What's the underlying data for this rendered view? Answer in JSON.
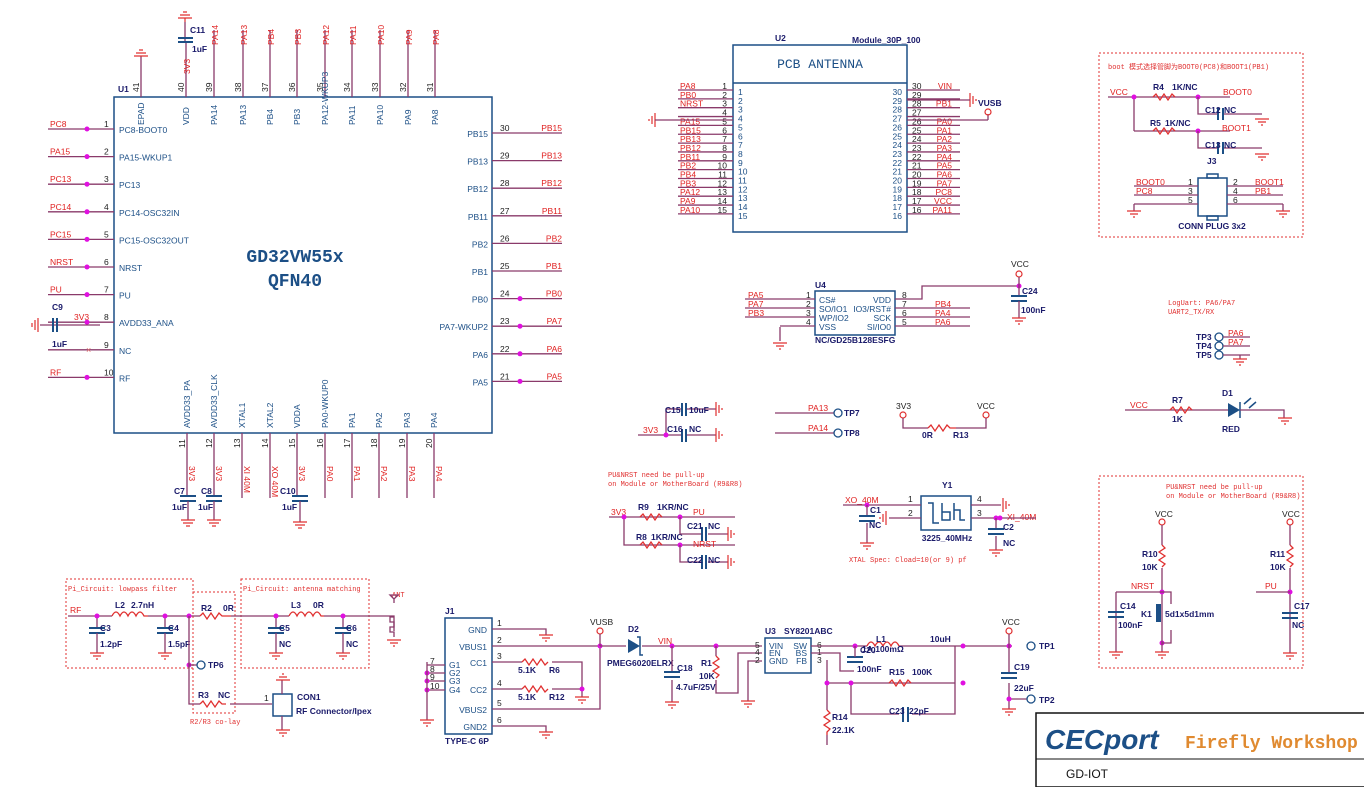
{
  "u1": {
    "ref": "U1",
    "part_line1": "GD32VW55x",
    "part_line2": "QFN40",
    "left_pins": [
      {
        "num": "1",
        "name": "PC8-BOOT0",
        "net": "PC8"
      },
      {
        "num": "2",
        "name": "PA15-WKUP1",
        "net": "PA15"
      },
      {
        "num": "3",
        "name": "PC13",
        "net": "PC13"
      },
      {
        "num": "4",
        "name": "PC14-OSC32IN",
        "net": "PC14"
      },
      {
        "num": "5",
        "name": "PC15-OSC32OUT",
        "net": "PC15"
      },
      {
        "num": "6",
        "name": "NRST",
        "net": "NRST"
      },
      {
        "num": "7",
        "name": "PU",
        "net": "PU"
      },
      {
        "num": "8",
        "name": "AVDD33_ANA",
        "net": "3V3"
      },
      {
        "num": "9",
        "name": "NC",
        "net": ""
      },
      {
        "num": "10",
        "name": "RF",
        "net": "RF"
      }
    ],
    "right_pins": [
      {
        "num": "30",
        "name": "PB15",
        "net": "PB15"
      },
      {
        "num": "29",
        "name": "PB13",
        "net": "PB13"
      },
      {
        "num": "28",
        "name": "PB12",
        "net": "PB12"
      },
      {
        "num": "27",
        "name": "PB11",
        "net": "PB11"
      },
      {
        "num": "26",
        "name": "PB2",
        "net": "PB2"
      },
      {
        "num": "25",
        "name": "PB1",
        "net": "PB1"
      },
      {
        "num": "24",
        "name": "PB0",
        "net": "PB0"
      },
      {
        "num": "23",
        "name": "PA7-WKUP2",
        "net": "PA7"
      },
      {
        "num": "22",
        "name": "PA6",
        "net": "PA6"
      },
      {
        "num": "21",
        "name": "PA5",
        "net": "PA5"
      }
    ],
    "top_pins": [
      {
        "num": "41",
        "name": "EPAD",
        "net": ""
      },
      {
        "num": "40",
        "name": "VDD",
        "net": "3V3"
      },
      {
        "num": "39",
        "name": "PA14",
        "net": "PA14"
      },
      {
        "num": "38",
        "name": "PA13",
        "net": "PA13"
      },
      {
        "num": "37",
        "name": "PB4",
        "net": "PB4"
      },
      {
        "num": "36",
        "name": "PB3",
        "net": "PB3"
      },
      {
        "num": "35",
        "name": "PA12-WKUP3",
        "net": "PA12"
      },
      {
        "num": "34",
        "name": "PA11",
        "net": "PA11"
      },
      {
        "num": "33",
        "name": "PA10",
        "net": "PA10"
      },
      {
        "num": "32",
        "name": "PA9",
        "net": "PA9"
      },
      {
        "num": "31",
        "name": "PA8",
        "net": "PA8"
      }
    ],
    "bottom_pins": [
      {
        "num": "11",
        "name": "AVDD33_PA",
        "net": "3V3"
      },
      {
        "num": "12",
        "name": "AVDD33_CLK",
        "net": "3V3"
      },
      {
        "num": "13",
        "name": "XTAL1",
        "net": "XI_40M"
      },
      {
        "num": "14",
        "name": "XTAL2",
        "net": "XO_40M"
      },
      {
        "num": "15",
        "name": "VDDA",
        "net": "3V3"
      },
      {
        "num": "16",
        "name": "PA0-WKUP0",
        "net": "PA0"
      },
      {
        "num": "17",
        "name": "PA1",
        "net": "PA1"
      },
      {
        "num": "18",
        "name": "PA2",
        "net": "PA2"
      },
      {
        "num": "19",
        "name": "PA3",
        "net": "PA3"
      },
      {
        "num": "20",
        "name": "PA4",
        "net": "PA4"
      }
    ],
    "caps": {
      "c11": {
        "ref": "C11",
        "value": "1uF"
      },
      "c9": {
        "ref": "C9",
        "value": "1uF"
      },
      "c7": {
        "ref": "C7",
        "value": "1uF"
      },
      "c8": {
        "ref": "C8",
        "value": "1uF"
      },
      "c10": {
        "ref": "C10",
        "value": "1uF"
      }
    }
  },
  "u2": {
    "ref": "U2",
    "footprint": "Module_30P_100",
    "title": "PCB ANTENNA",
    "left_pins": [
      {
        "num": "1",
        "net": "PA8"
      },
      {
        "num": "2",
        "net": "PB0"
      },
      {
        "num": "3",
        "net": "NRST"
      },
      {
        "num": "4",
        "net": ""
      },
      {
        "num": "5",
        "net": "PA15"
      },
      {
        "num": "6",
        "net": "PB15"
      },
      {
        "num": "7",
        "net": "PB13"
      },
      {
        "num": "8",
        "net": "PB12"
      },
      {
        "num": "9",
        "net": "PB11"
      },
      {
        "num": "10",
        "net": "PB2"
      },
      {
        "num": "11",
        "net": "PB4"
      },
      {
        "num": "12",
        "net": "PB3"
      },
      {
        "num": "13",
        "net": "PA12"
      },
      {
        "num": "14",
        "net": "PA9"
      },
      {
        "num": "15",
        "net": "PA10"
      }
    ],
    "right_pins": [
      {
        "num": "30",
        "net": "VIN"
      },
      {
        "num": "29",
        "net": ""
      },
      {
        "num": "28",
        "net": "PB1"
      },
      {
        "num": "27",
        "net": ""
      },
      {
        "num": "26",
        "net": "PA0"
      },
      {
        "num": "25",
        "net": "PA1"
      },
      {
        "num": "24",
        "net": "PA2"
      },
      {
        "num": "23",
        "net": "PA3"
      },
      {
        "num": "22",
        "net": "PA4"
      },
      {
        "num": "21",
        "net": "PA5"
      },
      {
        "num": "20",
        "net": "PA6"
      },
      {
        "num": "19",
        "net": "PA7"
      },
      {
        "num": "18",
        "net": "PC8"
      },
      {
        "num": "17",
        "net": "VCC"
      },
      {
        "num": "16",
        "net": "PA11"
      }
    ],
    "vusb_label": "VUSB"
  },
  "boot": {
    "note": "boot 模式选择管脚为BOOT0(PC8)和BOOT1(PB1)",
    "vcc": "VCC",
    "r4": {
      "ref": "R4",
      "value": "1K/NC"
    },
    "r5": {
      "ref": "R5",
      "value": "1K/NC"
    },
    "c12": {
      "ref": "C12",
      "value": "NC"
    },
    "c13": {
      "ref": "C13",
      "value": "NC"
    },
    "boot0": "BOOT0",
    "boot1": "BOOT1",
    "j3": {
      "ref": "J3",
      "part": "CONN PLUG 3x2",
      "left": [
        {
          "num": "1",
          "net": "BOOT0"
        },
        {
          "num": "3",
          "net": "PC8"
        },
        {
          "num": "5",
          "net": ""
        }
      ],
      "right": [
        {
          "num": "2",
          "net": "BOOT1"
        },
        {
          "num": "4",
          "net": "PB1"
        },
        {
          "num": "6",
          "net": ""
        }
      ]
    }
  },
  "u4": {
    "ref": "U4",
    "part": "NC/GD25B128ESFG",
    "left_pins": [
      {
        "num": "1",
        "name": "CS#",
        "net": "PA5"
      },
      {
        "num": "2",
        "name": "SO/IO1",
        "net": "PA7"
      },
      {
        "num": "3",
        "name": "WP/IO2",
        "net": "PB3"
      },
      {
        "num": "4",
        "name": "VSS",
        "net": ""
      }
    ],
    "right_pins": [
      {
        "num": "8",
        "name": "VDD",
        "net": ""
      },
      {
        "num": "7",
        "name": "IO3/RST#",
        "net": "PB4"
      },
      {
        "num": "6",
        "name": "SCK",
        "net": "PA4"
      },
      {
        "num": "5",
        "name": "SI/IO0",
        "net": "PA6"
      }
    ],
    "vcc": "VCC",
    "c24": {
      "ref": "C24",
      "value": "100nF"
    }
  },
  "uart": {
    "note1": "LogUart: PA6/PA7",
    "note2": "UART2_TX/RX",
    "tps": [
      {
        "ref": "TP3",
        "net": "PA6"
      },
      {
        "ref": "TP4",
        "net": "PA7"
      },
      {
        "ref": "TP5",
        "net": ""
      }
    ]
  },
  "led": {
    "vcc": "VCC",
    "r7": {
      "ref": "R7",
      "value": "1K"
    },
    "d1": {
      "ref": "D1",
      "value": "RED"
    }
  },
  "decoup": {
    "net": "3V3",
    "c15": {
      "ref": "C15",
      "value": "10uF"
    },
    "c16": {
      "ref": "C16",
      "value": "NC"
    }
  },
  "tp_swd": [
    {
      "ref": "TP7",
      "net": "PA13"
    },
    {
      "ref": "TP8",
      "net": "PA14"
    }
  ],
  "r13": {
    "ref": "R13",
    "value": "0R",
    "left": "3V3",
    "right": "VCC"
  },
  "pullup_left": {
    "note1": "PU&NRST need be pull-up",
    "note2": "on Module or MotherBoard (R9&R8)",
    "net": "3V3",
    "r9": {
      "ref": "R9",
      "value": "1KR/NC"
    },
    "r8": {
      "ref": "R8",
      "value": "1KR/NC"
    },
    "c21": {
      "ref": "C21",
      "value": "NC"
    },
    "c22": {
      "ref": "C22",
      "value": "NC"
    },
    "pu": "PU",
    "nrst": "NRST"
  },
  "crystal": {
    "ref": "Y1",
    "part": "3225_40MHz",
    "xo": "XO_40M",
    "xi": "XI_40M",
    "c1": {
      "ref": "C1",
      "value": "NC"
    },
    "c2": {
      "ref": "C2",
      "value": "NC"
    },
    "pins": [
      "1",
      "2",
      "3",
      "4"
    ],
    "note": "XTAL Spec: Cload=10(or 9) pf"
  },
  "pullup_right": {
    "note1": "PU&NRST need be pull-up",
    "note2": "on Module or MotherBoard (R9&R8)",
    "vcc": "VCC",
    "r10": {
      "ref": "R10",
      "value": "10K"
    },
    "r11": {
      "ref": "R11",
      "value": "10K"
    },
    "c14": {
      "ref": "C14",
      "value": "100nF"
    },
    "c17": {
      "ref": "C17",
      "value": "NC"
    },
    "k1": {
      "ref": "K1",
      "value": "5d1x5d1mm"
    },
    "nrst": "NRST",
    "pu": "PU"
  },
  "rf": {
    "note_lpf": "Pi_Circuit: lowpass filter",
    "note_match": "Pi_Circuit: antenna matching",
    "note_colay": "R2/R3 co-lay",
    "rf_net": "RF",
    "l2": {
      "ref": "L2",
      "value": "2.7nH"
    },
    "c3": {
      "ref": "C3",
      "value": "1.2pF"
    },
    "c4": {
      "ref": "C4",
      "value": "1.5pF"
    },
    "r2": {
      "ref": "R2",
      "value": "0R"
    },
    "r3": {
      "ref": "R3",
      "value": "NC"
    },
    "l3": {
      "ref": "L3",
      "value": "0R"
    },
    "c5": {
      "ref": "C5",
      "value": "NC"
    },
    "c6": {
      "ref": "C6",
      "value": "NC"
    },
    "tp6": "TP6",
    "ant": "ANT",
    "con1": {
      "ref": "CON1",
      "part": "RF Connector/Ipex",
      "pins": [
        "1",
        "2",
        "3"
      ]
    }
  },
  "usb": {
    "ref": "J1",
    "part": "TYPE-C 6P",
    "pins": [
      {
        "num": "1",
        "name": "GND"
      },
      {
        "num": "2",
        "name": "VBUS1"
      },
      {
        "num": "3",
        "name": "CC1"
      },
      {
        "num": "4",
        "name": "CC2"
      },
      {
        "num": "5",
        "name": "VBUS2"
      },
      {
        "num": "6",
        "name": "GND2"
      }
    ],
    "g_pins": [
      {
        "num": "7",
        "name": "G1"
      },
      {
        "num": "8",
        "name": "G2"
      },
      {
        "num": "9",
        "name": "G3"
      },
      {
        "num": "10",
        "name": "G4"
      }
    ],
    "r6": {
      "ref": "R6",
      "value": "5.1K"
    },
    "r12": {
      "ref": "R12",
      "value": "5.1K"
    },
    "vusb": "VUSB"
  },
  "power": {
    "d2": {
      "ref": "D2",
      "value": "PMEG6020ELRX"
    },
    "vin": "VIN",
    "c18": {
      "ref": "C18",
      "value": "4.7uF/25V"
    },
    "r1": {
      "ref": "R1",
      "value": "10K"
    },
    "u3": {
      "ref": "U3",
      "part": "SY8201ABC",
      "left": [
        {
          "num": "5",
          "name": "VIN"
        },
        {
          "num": "4",
          "name": "EN"
        },
        {
          "num": "2",
          "name": "GND"
        }
      ],
      "right": [
        {
          "num": "6",
          "name": "SW"
        },
        {
          "num": "1",
          "name": "BS"
        },
        {
          "num": "3",
          "name": "FB"
        }
      ]
    },
    "c20": {
      "ref": "C20",
      "value": "100nF"
    },
    "l1": {
      "ref": "L1",
      "value": "10uH",
      "spec": "1A,100mΩ"
    },
    "r15": {
      "ref": "R15",
      "value": "100K"
    },
    "c23": {
      "ref": "C23",
      "value": "22pF"
    },
    "r14": {
      "ref": "R14",
      "value": "22.1K"
    },
    "vcc": "VCC",
    "c19": {
      "ref": "C19",
      "value": "22uF"
    },
    "tp1": "TP1",
    "tp2": "TP2"
  },
  "title_block": {
    "logo": "CECport",
    "company": "Firefly Workshop",
    "project": "GD-IOT"
  }
}
